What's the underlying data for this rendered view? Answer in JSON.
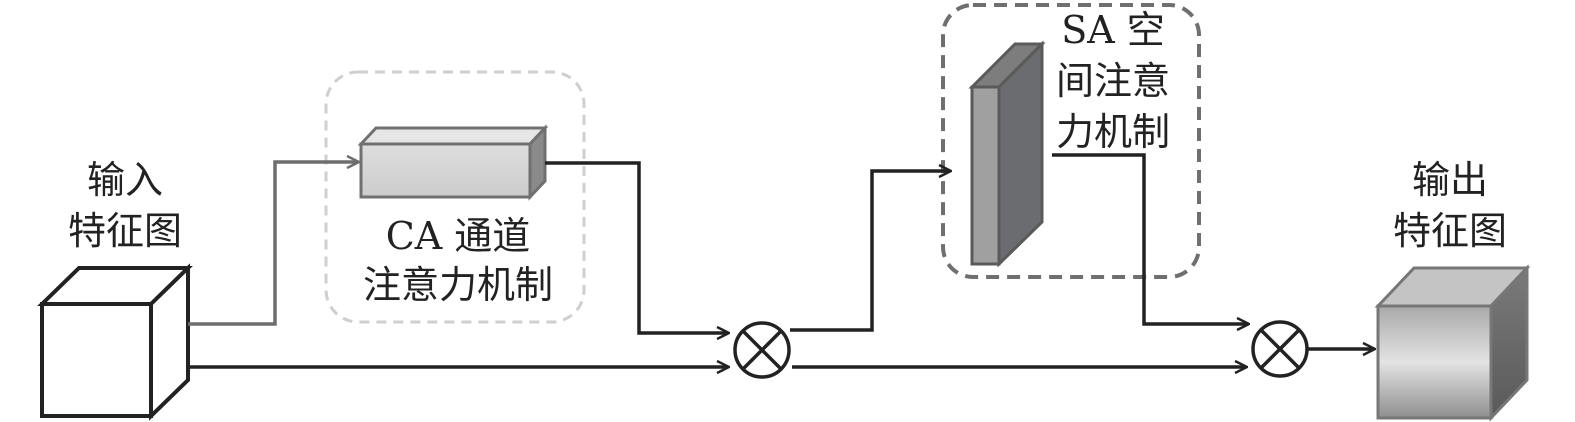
{
  "input": {
    "line1": "输入",
    "line2": "特征图"
  },
  "output": {
    "line1": "输出",
    "line2": "特征图"
  },
  "ca_module": {
    "line1": "CA 通道",
    "line2": "注意力机制"
  },
  "sa_module": {
    "line1": "SA 空",
    "line2": "间注意",
    "line3": "力机制"
  },
  "colors": {
    "line": "#222222",
    "gray_arrow": "#6e6e6e",
    "ca_border": "#cfcfcf",
    "sa_border": "#6f6f6f",
    "ca_block_fill": "#d6d6d6",
    "sa_block_front": "#8c8c8c",
    "sa_block_side": "#5f5f5f"
  }
}
